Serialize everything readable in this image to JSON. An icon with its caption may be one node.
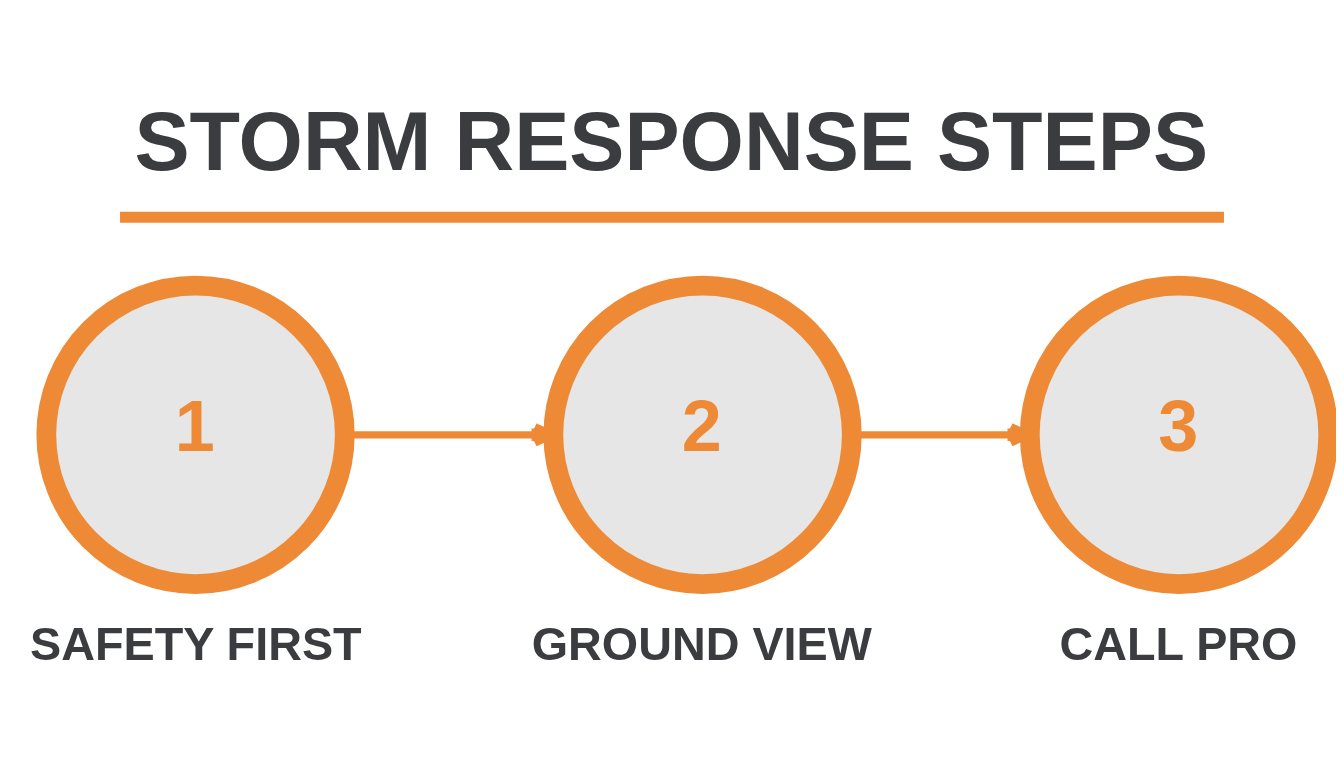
{
  "diagram": {
    "title": "STORM RESPONSE STEPS",
    "nodes": [
      {
        "text": [
          "1"
        ],
        "beside": [
          "SAFETY FIRST"
        ]
      },
      {
        "text": [
          "2"
        ],
        "beside": [
          "GROUND VIEW"
        ]
      },
      {
        "text": [
          "3"
        ],
        "beside": [
          "CALL PRO"
        ]
      }
    ],
    "edges": [
      {
        "from": 0,
        "to": 1,
        "arrow": "to"
      },
      {
        "from": 1,
        "to": 2,
        "arrow": "to"
      }
    ]
  }
}
